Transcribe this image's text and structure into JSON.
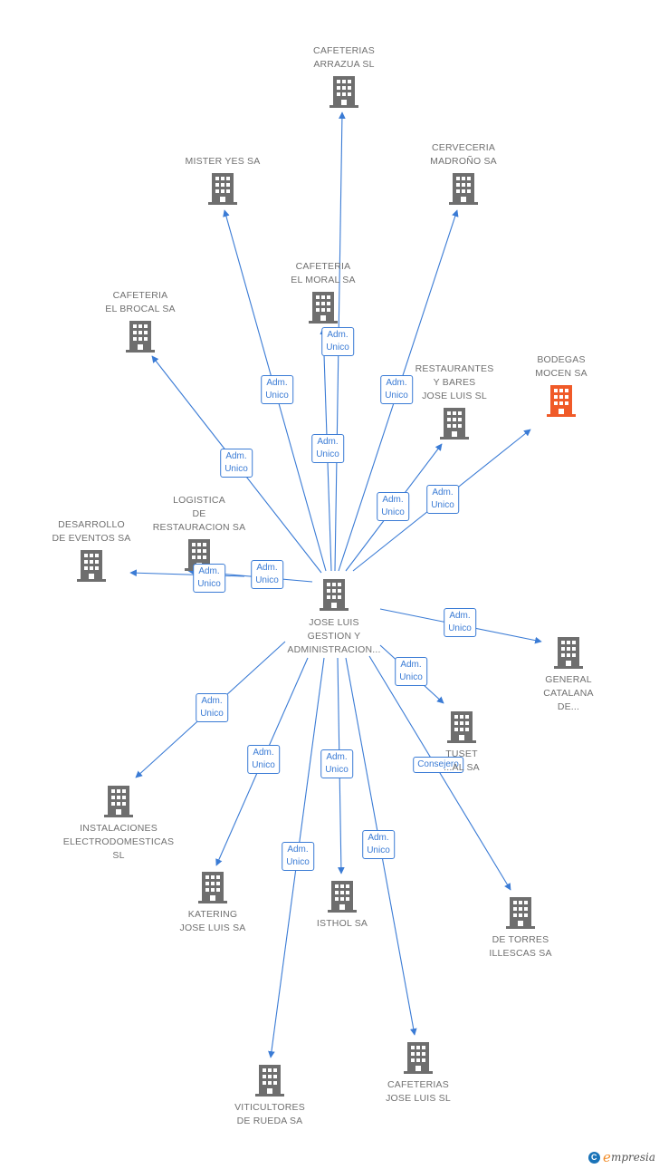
{
  "colors": {
    "edge": "#3a7bd5",
    "building": "#6e6e6e",
    "building_highlight": "#f05a28",
    "label": "#707070"
  },
  "nodes": [
    {
      "id": "center",
      "lines": [
        "JOSE LUIS",
        "GESTION Y",
        "ADMINISTRACION..."
      ],
      "icon": "building-icon"
    },
    {
      "id": "arrazua",
      "lines": [
        "CAFETERIAS",
        "ARRAZUA SL"
      ],
      "icon": "building-icon"
    },
    {
      "id": "misteryes",
      "lines": [
        "MISTER YES SA"
      ],
      "icon": "building-icon"
    },
    {
      "id": "madrono",
      "lines": [
        "CERVECERIA",
        "MADROÑO SA"
      ],
      "icon": "building-icon"
    },
    {
      "id": "elmoral",
      "lines": [
        "CAFETERIA",
        "EL MORAL SA"
      ],
      "icon": "building-icon"
    },
    {
      "id": "elbrocal",
      "lines": [
        "CAFETERIA",
        "EL BROCAL SA"
      ],
      "icon": "building-icon"
    },
    {
      "id": "restaurantes",
      "lines": [
        "RESTAURANTES",
        "Y BARES",
        "JOSE LUIS SL"
      ],
      "icon": "building-icon"
    },
    {
      "id": "bodegas",
      "lines": [
        "BODEGAS",
        "MOCEN SA"
      ],
      "icon": "building-icon",
      "highlight": true
    },
    {
      "id": "logistica",
      "lines": [
        "LOGISTICA",
        "DE",
        "RESTAURACION SA"
      ],
      "icon": "building-icon"
    },
    {
      "id": "desarrollo",
      "lines": [
        "DESARROLLO",
        "DE EVENTOS SA"
      ],
      "icon": "building-icon"
    },
    {
      "id": "general",
      "lines": [
        "GENERAL",
        "CATALANA",
        "DE..."
      ],
      "icon": "building-icon"
    },
    {
      "id": "tuset",
      "lines": [
        "TUSET",
        "...AL SA"
      ],
      "icon": "building-icon"
    },
    {
      "id": "instalaciones",
      "lines": [
        "INSTALACIONES",
        "ELECTRODOMESTICAS",
        "SL"
      ],
      "icon": "building-icon"
    },
    {
      "id": "katering",
      "lines": [
        "KATERING",
        "JOSE LUIS SA"
      ],
      "icon": "building-icon"
    },
    {
      "id": "isthol",
      "lines": [
        "ISTHOL SA"
      ],
      "icon": "building-icon"
    },
    {
      "id": "detorres",
      "lines": [
        "DE TORRES",
        "ILLESCAS SA"
      ],
      "icon": "building-icon"
    },
    {
      "id": "viticultores",
      "lines": [
        "VITICULTORES",
        "DE RUEDA SA"
      ],
      "icon": "building-icon"
    },
    {
      "id": "cafeteriasjl",
      "lines": [
        "CAFETERIAS",
        "JOSE LUIS SL"
      ],
      "icon": "building-icon"
    }
  ],
  "edges": [
    {
      "id": "e-arrazua",
      "lines": [
        "Adm.",
        "Unico"
      ]
    },
    {
      "id": "e-misteryes",
      "lines": [
        "Adm.",
        "Unico"
      ]
    },
    {
      "id": "e-madrono",
      "lines": [
        "Adm.",
        "Unico"
      ]
    },
    {
      "id": "e-elmoral",
      "lines": [
        "Adm.",
        "Unico"
      ]
    },
    {
      "id": "e-elbrocal",
      "lines": [
        "Adm.",
        "Unico"
      ]
    },
    {
      "id": "e-restaurantes",
      "lines": [
        "Adm.",
        "Unico"
      ]
    },
    {
      "id": "e-bodegas",
      "lines": [
        "Adm.",
        "Unico"
      ]
    },
    {
      "id": "e-logistica",
      "lines": [
        "Adm.",
        "Unico"
      ]
    },
    {
      "id": "e-desarrollo",
      "lines": [
        "Adm.",
        "Unico"
      ]
    },
    {
      "id": "e-general",
      "lines": [
        "Adm.",
        "Unico"
      ]
    },
    {
      "id": "e-tuset",
      "lines": [
        "Adm.",
        "Unico"
      ]
    },
    {
      "id": "e-instalaciones",
      "lines": [
        "Adm.",
        "Unico"
      ]
    },
    {
      "id": "e-katering",
      "lines": [
        "Adm.",
        "Unico"
      ]
    },
    {
      "id": "e-isthol",
      "lines": [
        "Adm.",
        "Unico"
      ]
    },
    {
      "id": "e-detorres",
      "lines": [
        "Consejero"
      ]
    },
    {
      "id": "e-viticultores",
      "lines": [
        "Adm.",
        "Unico"
      ]
    },
    {
      "id": "e-cafeteriasjl",
      "lines": [
        "Adm.",
        "Unico"
      ]
    }
  ],
  "brand": {
    "copyright_symbol": "C",
    "initial": "e",
    "rest": "mpresia"
  }
}
